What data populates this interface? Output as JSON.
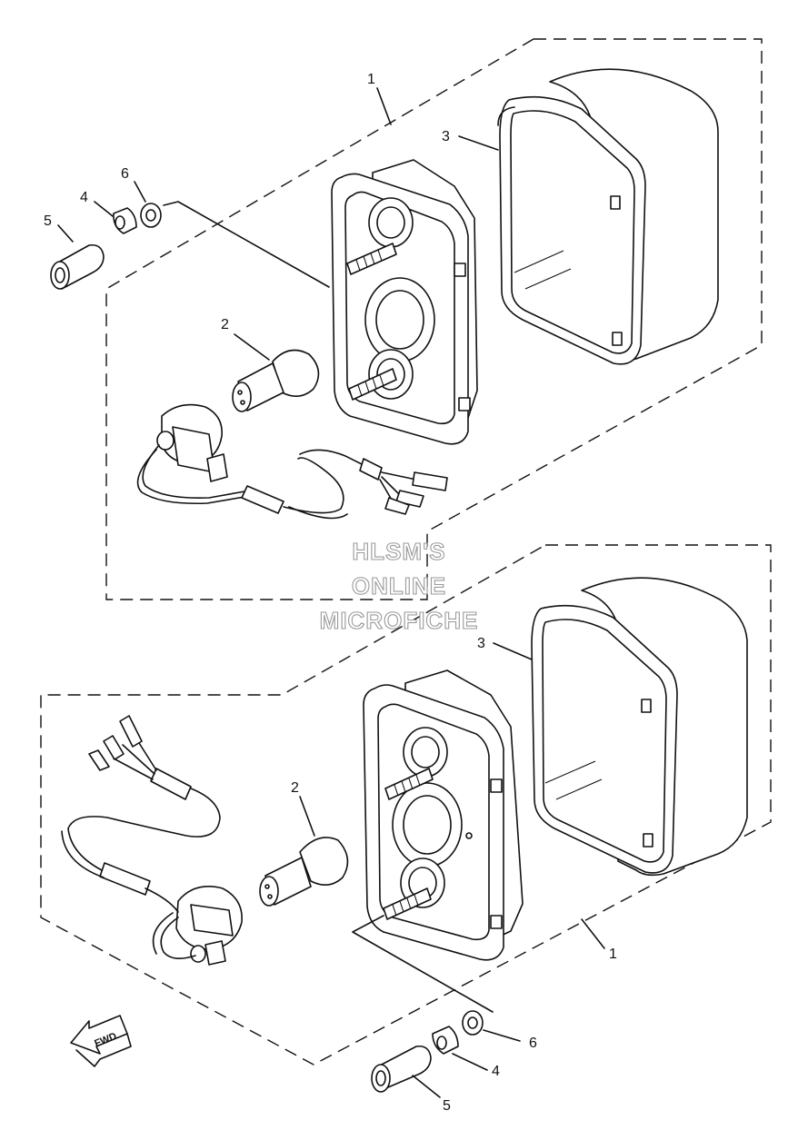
{
  "watermark": {
    "line1": "HLSM'S",
    "line2": "ONLINE",
    "line3": "MICROFICHE"
  },
  "upper_assembly": {
    "callouts": {
      "lamp_assy": "1",
      "bulb": "2",
      "lens": "3",
      "nut": "4",
      "collar": "5",
      "washer": "6"
    }
  },
  "lower_assembly": {
    "callouts": {
      "lamp_assy": "1",
      "bulb": "2",
      "lens": "3",
      "nut": "4",
      "collar": "5",
      "washer": "6"
    }
  },
  "direction_arrow": {
    "label": "FWD",
    "icon": "arrow-left-down-icon"
  }
}
